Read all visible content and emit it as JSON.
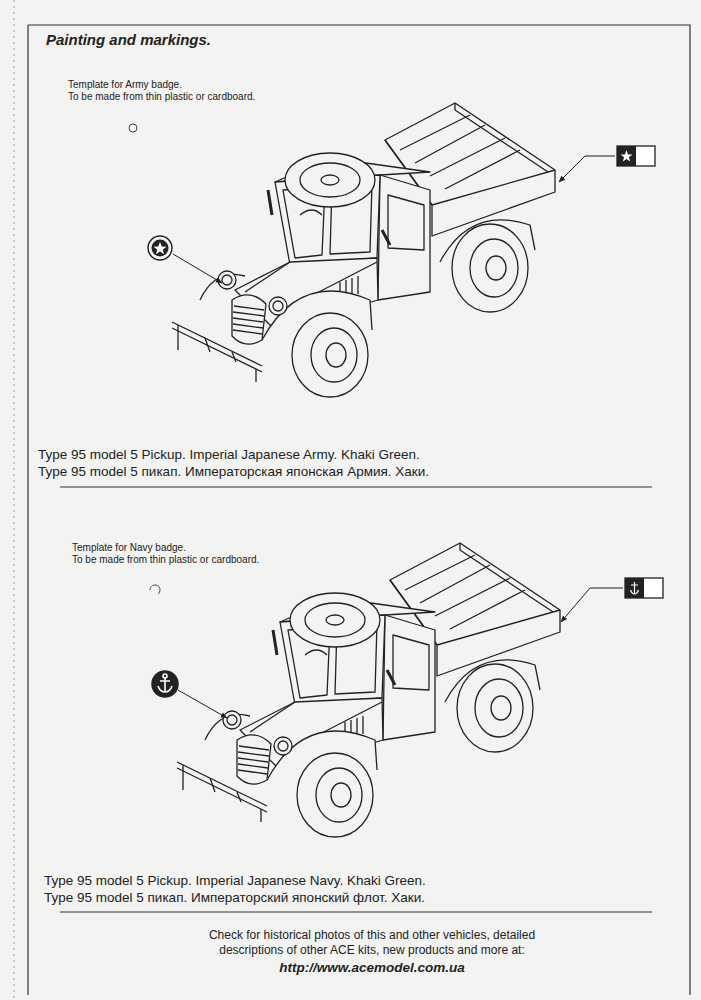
{
  "diagram": {
    "title": "Painting and markings.",
    "labels": [
      "Template for Army badge.",
      "To be made from thin plastic or cardboard.",
      "Type 95 model 5 Pickup. Imperial Japanese Army. Khaki Green.",
      "Type 95 model 5 пикап. Императорская японская Армия. Хаки.",
      "Template for Navy badge.",
      "To be made from thin plastic or cardboard.",
      "Type 95 model 5 Pickup. Imperial Japanese Navy. Khaki Green.",
      "Type 95 model 5 пикап. Императорский японский флот. Хаки.",
      "Check for historical photos of this and  other vehicles, detailed",
      "descriptions of other ACE kits, new products and more at:",
      "http://www.acemodel.com.ua"
    ]
  }
}
